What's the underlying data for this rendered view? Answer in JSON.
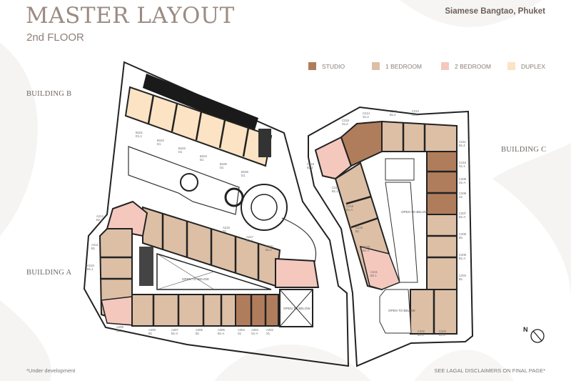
{
  "header": {
    "title": "MASTER LAYOUT",
    "subtitle": "2nd FLOOR",
    "location": "Siamese Bangtao, Phuket"
  },
  "legend": [
    {
      "label": "STUDIO",
      "color": "#b07d5c"
    },
    {
      "label": "1 BEDROOM",
      "color": "#dcbfa5"
    },
    {
      "label": "2 BEDROOM",
      "color": "#f4c8bd"
    },
    {
      "label": "DUPLEX",
      "color": "#fbe3c3"
    }
  ],
  "buildings": {
    "a": "BUILDING A",
    "b": "BUILDING B",
    "c": "BUILDING C"
  },
  "open_to_below": "OPEN TO BELOW",
  "units_b": [
    {
      "id": "B101",
      "type": "D1.1"
    },
    {
      "id": "B102",
      "type": "D1"
    },
    {
      "id": "B103",
      "type": "D1"
    },
    {
      "id": "B104",
      "type": "D1"
    },
    {
      "id": "B105",
      "type": "D1"
    },
    {
      "id": "B106",
      "type": "D1"
    }
  ],
  "units_a": [
    {
      "id": "A212",
      "type": "B2.2"
    },
    {
      "id": "A211",
      "type": "B1"
    },
    {
      "id": "A210",
      "type": "B1.1"
    },
    {
      "id": "A209",
      "type": "B2.1"
    },
    {
      "id": "A208",
      "type": "B1"
    },
    {
      "id": "A207",
      "type": "B1-A"
    },
    {
      "id": "A206",
      "type": "B1"
    },
    {
      "id": "A205",
      "type": "B1-A"
    },
    {
      "id": "A204",
      "type": "S1"
    },
    {
      "id": "A203",
      "type": "S1-A"
    },
    {
      "id": "A202",
      "type": "S1"
    },
    {
      "id": "A216",
      "type": "B1"
    },
    {
      "id": "A217",
      "type": "B1-A"
    },
    {
      "id": "A218",
      "type": "B1.2"
    }
  ],
  "units_c": [
    {
      "id": "C214",
      "type": "S1.3"
    },
    {
      "id": "C213",
      "type": "B1.2"
    },
    {
      "id": "C212",
      "type": "B1.5"
    },
    {
      "id": "C215",
      "type": "S1.2"
    },
    {
      "id": "C216",
      "type": "B2.2"
    },
    {
      "id": "C217",
      "type": "B1.1"
    },
    {
      "id": "C218",
      "type": "B1-A"
    },
    {
      "id": "C219",
      "type": "B1"
    },
    {
      "id": "C220",
      "type": "B1-A"
    },
    {
      "id": "C221",
      "type": "B2.1"
    },
    {
      "id": "C211",
      "type": "B1.4"
    },
    {
      "id": "C210",
      "type": "S1.1"
    },
    {
      "id": "C209",
      "type": "S1-A"
    },
    {
      "id": "C208",
      "type": "S1"
    },
    {
      "id": "C207",
      "type": "B1-A"
    },
    {
      "id": "C206",
      "type": "B1"
    },
    {
      "id": "C205",
      "type": "B1-A"
    },
    {
      "id": "C204",
      "type": "B1"
    },
    {
      "id": "C202",
      "type": "B1.6"
    },
    {
      "id": "C203",
      "type": "B1.8"
    }
  ],
  "compass": "N",
  "footer": {
    "left": "*Under development",
    "right": "SEE LAGAL DISCLAIMERS ON FINAL PAGE*"
  }
}
